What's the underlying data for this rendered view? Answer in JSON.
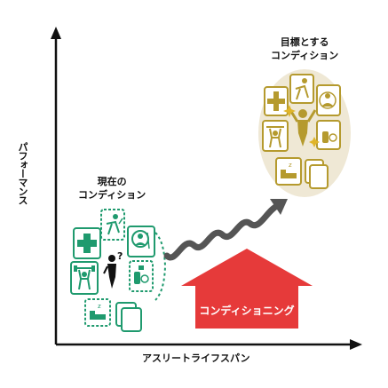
{
  "axes": {
    "y_label": "パフォーマンス",
    "x_label": "アスリートライフスパン"
  },
  "current_condition": {
    "title_line1": "現在の",
    "title_line2": "コンディション",
    "color": "#1f9a6e",
    "icons": [
      "medical-cross-icon",
      "injury-icon",
      "nutrition-icon",
      "weightlifting-icon",
      "question-person-icon",
      "supplement-icon",
      "sleep-icon",
      "documents-icon"
    ]
  },
  "goal_condition": {
    "title_line1": "目標とする",
    "title_line2": "コンディション",
    "color": "#b59a2e",
    "bg_color": "#f0e9d6",
    "icons": [
      "medical-cross-icon",
      "injury-icon",
      "nutrition-icon",
      "weightlifting-icon",
      "confident-person-icon",
      "supplement-icon",
      "sleep-icon",
      "documents-icon"
    ]
  },
  "conditioning_label": "コンディショニング",
  "arrow_color": "#e63a3a",
  "wave_color": "#555555"
}
